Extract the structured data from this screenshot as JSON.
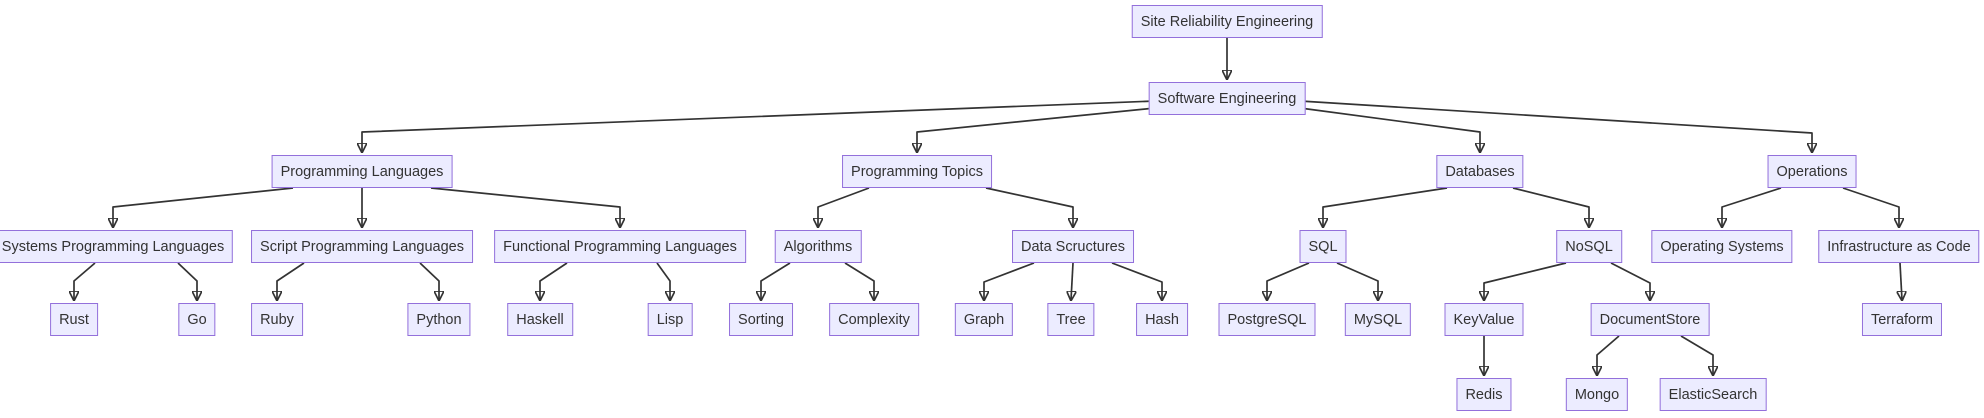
{
  "diagram": {
    "type": "flowchart",
    "direction": "top-down",
    "colors": {
      "node_fill": "#ECECFF",
      "node_border": "#9370DB",
      "node_text": "#333333",
      "edge": "#333333",
      "background": "#FFFFFF"
    },
    "nodes": {
      "sre": "Site Reliability Engineering",
      "se": "Software Engineering",
      "pl": "Programming Languages",
      "pt": "Programming Topics",
      "db": "Databases",
      "ops": "Operations",
      "spl": "Systems Programming Languages",
      "scpl": "Script Programming Languages",
      "fpl": "Functional Programming Languages",
      "alg": "Algorithms",
      "ds": "Data Scructures",
      "sql": "SQL",
      "nosql": "NoSQL",
      "os": "Operating Systems",
      "iac": "Infrastructure as Code",
      "rust": "Rust",
      "go": "Go",
      "ruby": "Ruby",
      "python": "Python",
      "haskell": "Haskell",
      "lisp": "Lisp",
      "sorting": "Sorting",
      "complexity": "Complexity",
      "graph": "Graph",
      "tree": "Tree",
      "hash": "Hash",
      "postgresql": "PostgreSQL",
      "mysql": "MySQL",
      "keyvalue": "KeyValue",
      "documentstore": "DocumentStore",
      "terraform": "Terraform",
      "redis": "Redis",
      "mongo": "Mongo",
      "elasticsearch": "ElasticSearch"
    },
    "edges": [
      {
        "from": "sre",
        "to": "se"
      },
      {
        "from": "se",
        "to": "pl"
      },
      {
        "from": "se",
        "to": "pt"
      },
      {
        "from": "se",
        "to": "db"
      },
      {
        "from": "se",
        "to": "ops"
      },
      {
        "from": "pl",
        "to": "spl"
      },
      {
        "from": "pl",
        "to": "scpl"
      },
      {
        "from": "pl",
        "to": "fpl"
      },
      {
        "from": "pt",
        "to": "alg"
      },
      {
        "from": "pt",
        "to": "ds"
      },
      {
        "from": "db",
        "to": "sql"
      },
      {
        "from": "db",
        "to": "nosql"
      },
      {
        "from": "ops",
        "to": "os"
      },
      {
        "from": "ops",
        "to": "iac"
      },
      {
        "from": "spl",
        "to": "rust"
      },
      {
        "from": "spl",
        "to": "go"
      },
      {
        "from": "scpl",
        "to": "ruby"
      },
      {
        "from": "scpl",
        "to": "python"
      },
      {
        "from": "fpl",
        "to": "haskell"
      },
      {
        "from": "fpl",
        "to": "lisp"
      },
      {
        "from": "alg",
        "to": "sorting"
      },
      {
        "from": "alg",
        "to": "complexity"
      },
      {
        "from": "ds",
        "to": "graph"
      },
      {
        "from": "ds",
        "to": "tree"
      },
      {
        "from": "ds",
        "to": "hash"
      },
      {
        "from": "sql",
        "to": "postgresql"
      },
      {
        "from": "sql",
        "to": "mysql"
      },
      {
        "from": "nosql",
        "to": "keyvalue"
      },
      {
        "from": "nosql",
        "to": "documentstore"
      },
      {
        "from": "keyvalue",
        "to": "redis"
      },
      {
        "from": "documentstore",
        "to": "mongo"
      },
      {
        "from": "documentstore",
        "to": "elasticsearch"
      },
      {
        "from": "iac",
        "to": "terraform"
      }
    ]
  }
}
